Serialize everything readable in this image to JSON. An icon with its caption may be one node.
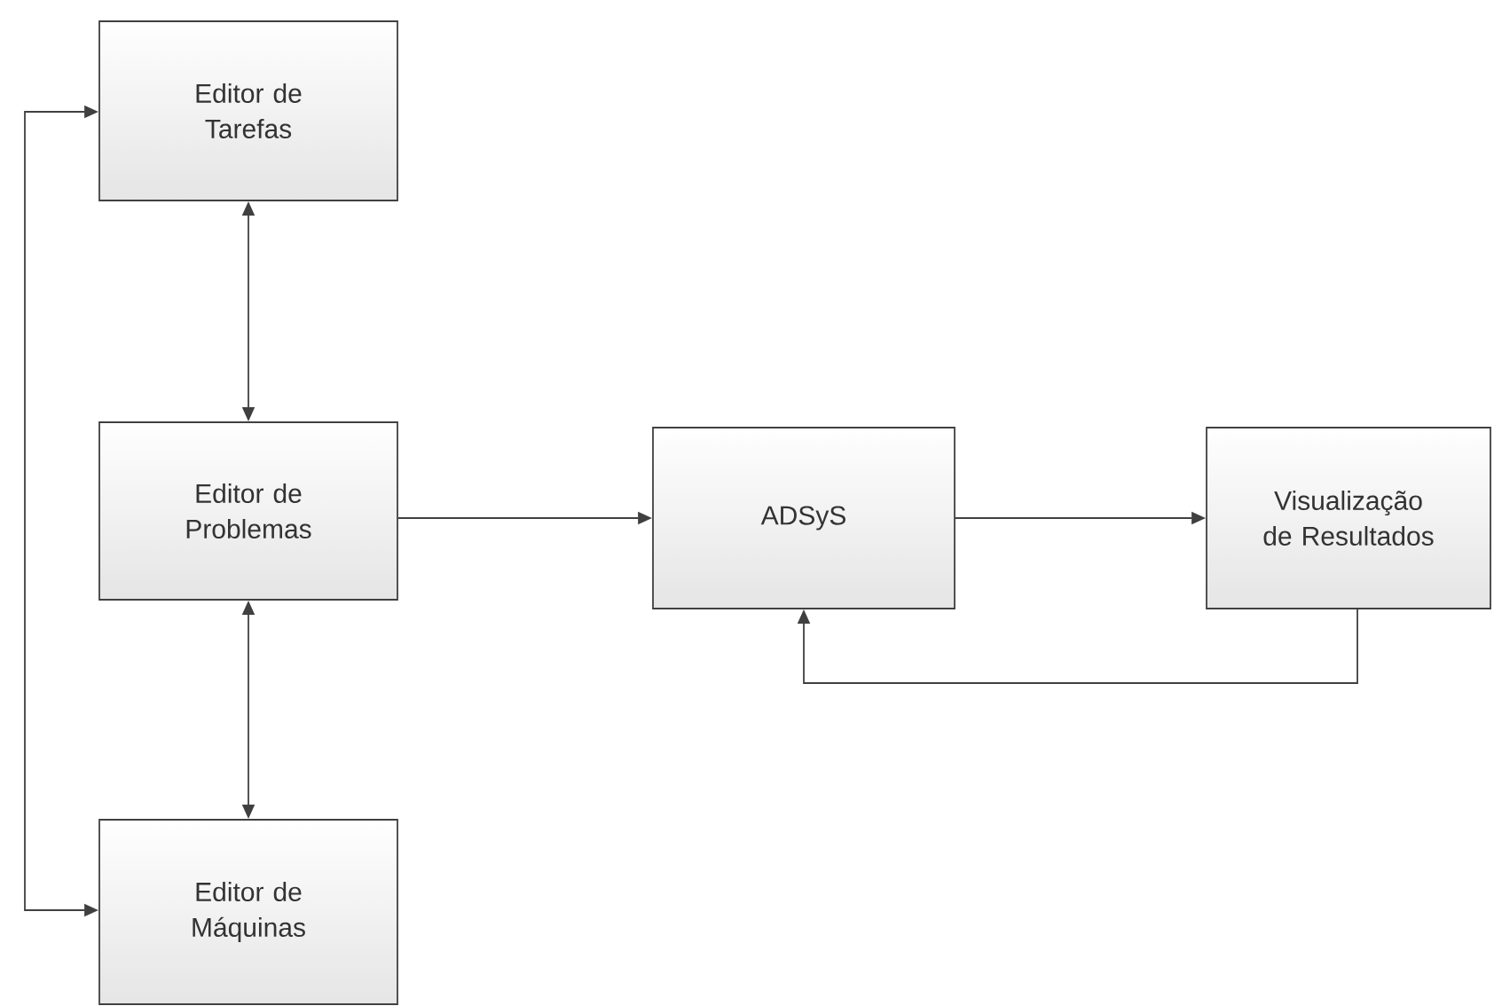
{
  "diagram": {
    "nodes": [
      {
        "text": [
          "Editor de Tarefas"
        ]
      },
      {
        "text": [
          "Editor de Problemas"
        ]
      },
      {
        "text": [
          "Editor de Máquinas"
        ]
      },
      {
        "text": [
          "ADSyS"
        ]
      },
      {
        "text": [
          "Visualização de Resultados"
        ]
      }
    ],
    "edges": [
      {
        "from": 0,
        "to": 1,
        "arrow": "both"
      },
      {
        "from": 1,
        "to": 2,
        "arrow": "both"
      },
      {
        "from": 0,
        "to": 2,
        "arrow": "both"
      },
      {
        "from": 1,
        "to": 3,
        "arrow": "to"
      },
      {
        "from": 3,
        "to": 4,
        "arrow": "to"
      },
      {
        "from": 4,
        "to": 3,
        "arrow": "to"
      }
    ]
  }
}
